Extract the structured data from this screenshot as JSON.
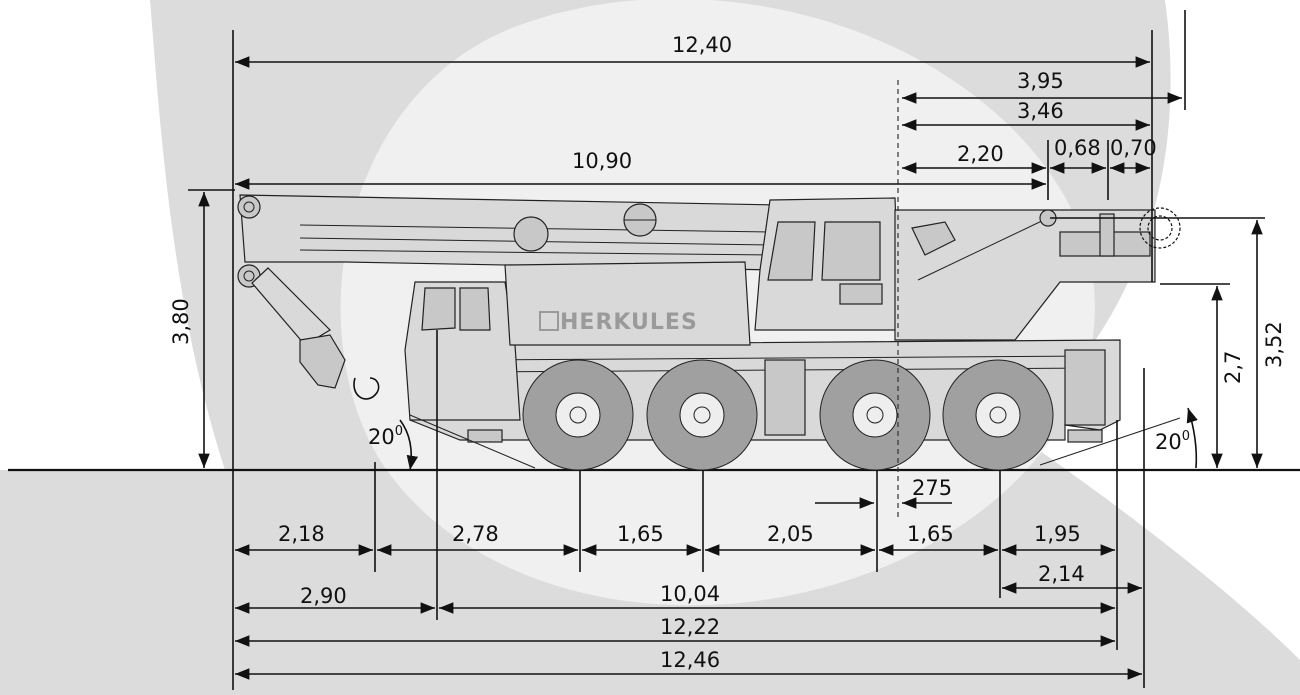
{
  "brand": {
    "logo_text": "HERKULES"
  },
  "colors": {
    "background_shape": "#dcdcdc",
    "tire": "#a0a0a0",
    "body": "#d9d9d9",
    "line": "#111111"
  },
  "dimensions": {
    "total_length_top": "12,40",
    "boom_length": "10,90",
    "rear_3_95": "3,95",
    "rear_3_46": "3,46",
    "rear_2_20": "2,20",
    "rear_0_68": "0,68",
    "rear_0_70": "0,70",
    "height_total": "3,80",
    "height_3_52": "3,52",
    "height_2_7": "2,7",
    "angle_front": "20",
    "angle_rear": "20",
    "angle_unit": "0",
    "offset_275": "275",
    "seg_2_18": "2,18",
    "seg_2_78": "2,78",
    "seg_1_65_a": "1,65",
    "seg_2_05": "2,05",
    "seg_1_65_b": "1,65",
    "seg_1_95": "1,95",
    "seg_2_14": "2,14",
    "seg_2_90": "2,90",
    "seg_10_04": "10,04",
    "total_12_22": "12,22",
    "total_12_46": "12,46"
  }
}
